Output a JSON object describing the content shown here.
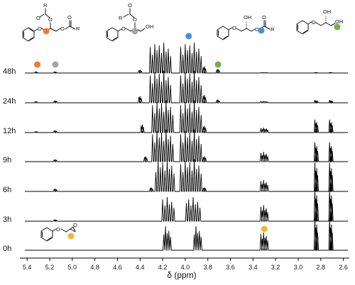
{
  "chart_data": {
    "type": "line",
    "xlabel": "δ (ppm)",
    "ylabel": "",
    "xlim": [
      5.42,
      2.56
    ],
    "x_reversed": true,
    "x_ticks": [
      "5.4",
      "5.2",
      "5.0",
      "4.8",
      "4.6",
      "4.4",
      "4.2",
      "4.0",
      "3.8",
      "3.6",
      "3.4",
      "3.2",
      "3.0",
      "2.8",
      "2.6"
    ],
    "grid": false,
    "legend": "colored dots mark signals of the structures drawn at the top",
    "series": [
      {
        "name": "48h",
        "signals": [
          [
            5.32,
            0.05
          ],
          [
            5.15,
            0.05
          ],
          [
            4.4,
            0.12
          ],
          [
            4.22,
            0.95
          ],
          [
            3.95,
            0.95
          ],
          [
            3.83,
            0.25
          ],
          [
            3.71,
            0.15
          ],
          [
            3.3,
            0.02
          ],
          [
            2.84,
            0.02
          ],
          [
            2.71,
            0.02
          ]
        ]
      },
      {
        "name": "24h",
        "signals": [
          [
            5.32,
            0.05
          ],
          [
            5.15,
            0.08
          ],
          [
            4.4,
            0.25
          ],
          [
            4.22,
            1.0
          ],
          [
            3.95,
            1.0
          ],
          [
            3.83,
            0.3
          ],
          [
            3.71,
            0.12
          ],
          [
            3.3,
            0.05
          ],
          [
            2.84,
            0.08
          ],
          [
            2.71,
            0.08
          ]
        ]
      },
      {
        "name": "12h",
        "signals": [
          [
            5.32,
            0.04
          ],
          [
            5.15,
            0.08
          ],
          [
            4.38,
            0.3
          ],
          [
            4.2,
            1.0
          ],
          [
            3.95,
            1.0
          ],
          [
            3.83,
            0.25
          ],
          [
            3.3,
            0.15
          ],
          [
            2.84,
            0.4
          ],
          [
            2.71,
            0.4
          ]
        ]
      },
      {
        "name": "9h",
        "signals": [
          [
            5.15,
            0.08
          ],
          [
            4.35,
            0.2
          ],
          [
            4.2,
            1.0
          ],
          [
            3.95,
            1.0
          ],
          [
            3.83,
            0.2
          ],
          [
            3.3,
            0.3
          ],
          [
            2.84,
            0.6
          ],
          [
            2.71,
            0.6
          ]
        ]
      },
      {
        "name": "6h",
        "signals": [
          [
            5.15,
            0.1
          ],
          [
            4.3,
            0.15
          ],
          [
            4.18,
            1.0
          ],
          [
            3.95,
            1.0
          ],
          [
            3.83,
            0.15
          ],
          [
            3.3,
            0.35
          ],
          [
            2.84,
            0.9
          ],
          [
            2.71,
            0.9
          ]
        ]
      },
      {
        "name": "3h",
        "signals": [
          [
            5.15,
            0.06
          ],
          [
            4.15,
            0.75
          ],
          [
            3.93,
            0.75
          ],
          [
            3.3,
            0.5
          ],
          [
            2.84,
            1.0
          ],
          [
            2.71,
            1.0
          ]
        ]
      },
      {
        "name": "0h",
        "signals": [
          [
            4.16,
            0.75
          ],
          [
            3.89,
            0.75
          ],
          [
            3.3,
            0.55
          ],
          [
            2.84,
            1.0
          ],
          [
            2.71,
            1.0
          ]
        ]
      }
    ],
    "markers": [
      {
        "color": "#ee7b30",
        "name": "orange",
        "ppm": 5.31,
        "spectrum": "48h"
      },
      {
        "color": "#a5a5a5",
        "name": "grey",
        "ppm": 5.15,
        "spectrum": "48h"
      },
      {
        "color": "#4a90d9",
        "name": "blue",
        "ppm": 3.97,
        "spectrum": "48h"
      },
      {
        "color": "#6ab545",
        "name": "green",
        "ppm": 3.71,
        "spectrum": "48h"
      },
      {
        "color": "#f5b731",
        "name": "yellow",
        "ppm": 3.3,
        "spectrum": "0h"
      }
    ]
  },
  "structures": {
    "atom_O": "O",
    "atom_R": "R",
    "atom_OH": "OH",
    "colors": {
      "diester": "#ee7b30",
      "monoester_primary_free": "#a5a5a5",
      "monoester_secondary_free": "#4a90d9",
      "diol": "#6ab545",
      "epoxide": "#f5b731"
    }
  }
}
